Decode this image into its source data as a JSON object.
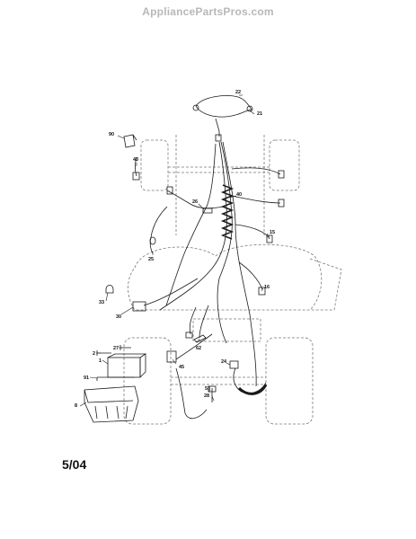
{
  "watermark": "AppliancePartsPros.com",
  "date_code": "5/04",
  "colors": {
    "line": "#1a1a1a",
    "outline": "#7a7a7a",
    "watermark": "#b8b8b8",
    "background": "#ffffff"
  },
  "parts": {
    "p22": "22",
    "p21": "21",
    "p90": "90",
    "p43": "43",
    "p40": "40",
    "p26": "26",
    "p15": "15",
    "p25": "25",
    "p33": "33",
    "p16": "16",
    "p30": "30",
    "p62": "62",
    "p2": "2",
    "p27": "27",
    "p1": "1",
    "p91": "91",
    "p45": "45",
    "p24": "24",
    "p53": "53",
    "p28": "28",
    "p8": "8"
  }
}
